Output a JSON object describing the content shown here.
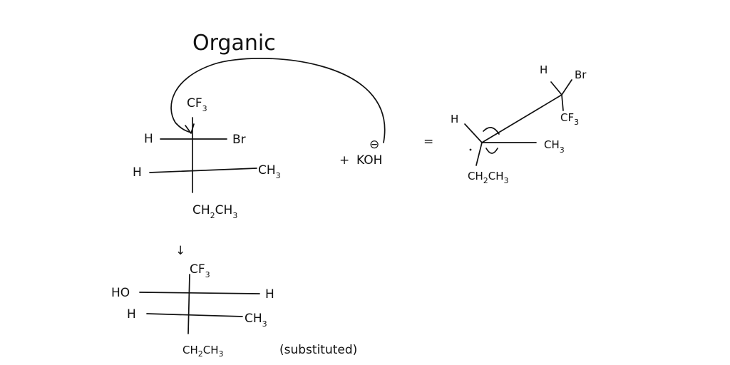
{
  "title": "Organic",
  "reactant": {
    "top": "CF",
    "top_sub": "3",
    "row1_left": "H",
    "row1_right": "Br",
    "row2_left": "H",
    "row2_right": "CH",
    "row2_right_sub": "3",
    "bottom": "CH",
    "bottom_sub1": "2",
    "bottom_mid": "CH",
    "bottom_sub2": "3"
  },
  "reagent": {
    "plus": "+",
    "name": "KOH",
    "charge": "⊖",
    "equals": "="
  },
  "perspective": {
    "upper_h": "H",
    "upper_br": "Br",
    "upper_cf3": "CF",
    "upper_cf3_sub": "3",
    "lower_h": "H",
    "lower_ch3": "CH",
    "lower_ch3_sub": "3",
    "lower_ethyl": "CH",
    "lower_ethyl_sub1": "2",
    "lower_ethyl_mid": "CH",
    "lower_ethyl_sub2": "3"
  },
  "product": {
    "arrow": "↓",
    "top": "CF",
    "top_sub": "3",
    "row1_left": "HO",
    "row1_right": "H",
    "row2_left": "H",
    "row2_right": "CH",
    "row2_right_sub": "3",
    "bottom": "CH",
    "bottom_sub1": "2",
    "bottom_mid": "CH",
    "bottom_sub2": "3",
    "note": "(substituted)"
  }
}
